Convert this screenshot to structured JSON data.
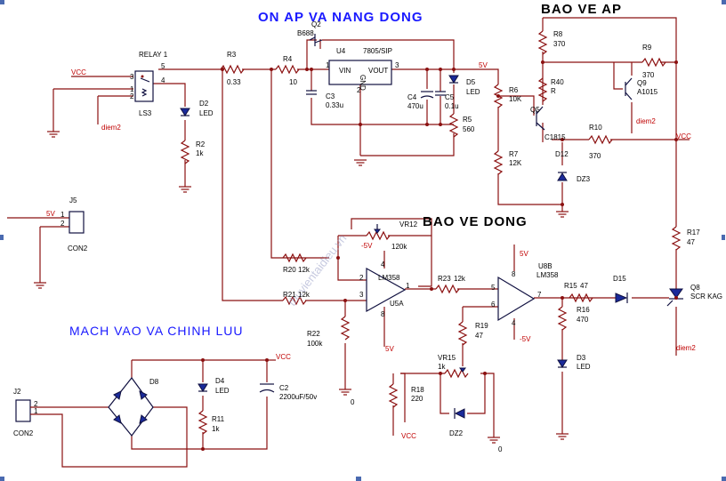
{
  "titles": {
    "on_ap": "ON AP VA NANG DONG",
    "bao_ve_ap": "BAO VE AP",
    "bao_ve_dong": "BAO VE DONG",
    "mach_vao": "MACH VAO VA CHINH LUU"
  },
  "watermark": "thuvientaidieu.vn",
  "nets": {
    "vcc": "VCC",
    "v5": "5V",
    "vneg5": "-5V",
    "diem2": "diem2",
    "zero": "0"
  },
  "components": {
    "relay1": {
      "ref": "RELAY 1",
      "part": "LS3",
      "p1": "1",
      "p2": "2",
      "p3": "3",
      "p4": "4",
      "p5": "5"
    },
    "r3": {
      "ref": "R3",
      "val": "0.33"
    },
    "r4": {
      "ref": "R4",
      "val": "10"
    },
    "q2": {
      "ref": "Q2",
      "part": "B688"
    },
    "u4": {
      "ref": "U4",
      "part": "7805/SIP",
      "vin": "VIN",
      "vout": "VOUT",
      "gnd": "GND",
      "p1": "1",
      "p2": "2",
      "p3": "3"
    },
    "c3": {
      "ref": "C3",
      "val": "0.33u"
    },
    "c4": {
      "ref": "C4",
      "val": "470u"
    },
    "c5": {
      "ref": "C5",
      "val": "0.1u"
    },
    "d5": {
      "ref": "D5",
      "val": "LED"
    },
    "r5": {
      "ref": "R5",
      "val": "560"
    },
    "d2": {
      "ref": "D2",
      "val": "LED"
    },
    "r2": {
      "ref": "R2",
      "val": "1k"
    },
    "r8": {
      "ref": "R8",
      "val": "370"
    },
    "r9": {
      "ref": "R9",
      "val": "370"
    },
    "r40": {
      "ref": "R40",
      "val": "R"
    },
    "q9": {
      "ref": "Q9",
      "part": "A1015"
    },
    "r6": {
      "ref": "R6",
      "val": "10K"
    },
    "q5": {
      "ref": "Q5",
      "part": "C1815"
    },
    "r10": {
      "ref": "R10",
      "val": "370"
    },
    "r7": {
      "ref": "R7",
      "val": "12K"
    },
    "dz3": {
      "ref": "DZ3"
    },
    "d12": {
      "ref": "D12"
    },
    "j5": {
      "ref": "J5",
      "part": "CON2",
      "p1": "1",
      "p2": "2"
    },
    "vr12": {
      "ref": "VR12",
      "val": "120k"
    },
    "r20": {
      "ref": "R20",
      "val": "12k"
    },
    "r21": {
      "ref": "R21",
      "val": "12k"
    },
    "r22": {
      "ref": "R22",
      "val": "100k"
    },
    "u5a": {
      "ref": "U5A",
      "part": "LM358",
      "p1": "1",
      "p2": "2",
      "p3": "3",
      "p4": "4",
      "p8": "8"
    },
    "r23": {
      "ref": "R23",
      "val": "12k"
    },
    "u8b": {
      "ref": "U8B",
      "part": "LM358",
      "p4": "4",
      "p5": "5",
      "p6": "6",
      "p7": "7",
      "p8": "8"
    },
    "r15": {
      "ref": "R15",
      "val": "47"
    },
    "r16": {
      "ref": "R16",
      "val": "470"
    },
    "d15": {
      "ref": "D15"
    },
    "d3": {
      "ref": "D3",
      "val": "LED"
    },
    "r19": {
      "ref": "R19",
      "val": "47"
    },
    "vr15": {
      "ref": "VR15",
      "val": "1k"
    },
    "r18": {
      "ref": "R18",
      "val": "220"
    },
    "dz2": {
      "ref": "DZ2"
    },
    "r17": {
      "ref": "R17",
      "val": "47"
    },
    "q8": {
      "ref": "Q8",
      "part": "SCR KAG"
    },
    "j2": {
      "ref": "J2",
      "part": "CON2",
      "p1": "1",
      "p2": "2"
    },
    "d8": {
      "ref": "D8"
    },
    "d4": {
      "ref": "D4",
      "val": "LED"
    },
    "r11": {
      "ref": "R11",
      "val": "1k"
    },
    "c2": {
      "ref": "C2",
      "val": "2200uF/50v"
    }
  }
}
